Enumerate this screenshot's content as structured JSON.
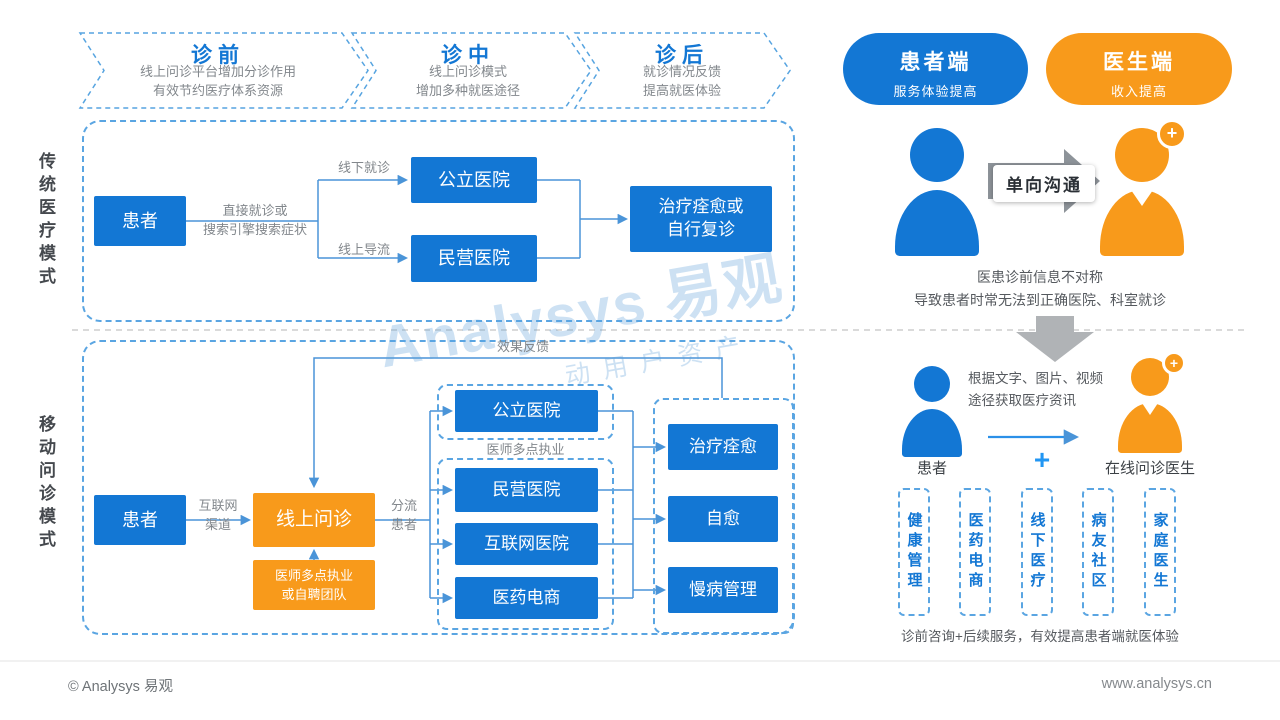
{
  "colors": {
    "blue": "#1377d4",
    "orange": "#f89a1b",
    "dash_blue": "#5aa5e2",
    "line_blue": "#4a94d8",
    "gray": "#8d9399"
  },
  "phases": [
    {
      "title": "诊前",
      "sub": "线上问诊平台增加分诊作用\n有效节约医疗体系资源"
    },
    {
      "title": "诊中",
      "sub": "线上问诊模式\n增加多种就医途径"
    },
    {
      "title": "诊后",
      "sub": "就诊情况反馈\n提高就医体验"
    }
  ],
  "pills": [
    {
      "title": "患者端",
      "sub": "服务体验提高"
    },
    {
      "title": "医生端",
      "sub": "收入提高"
    }
  ],
  "sections": {
    "traditional": {
      "label": "传统医疗模式",
      "patient": "患者",
      "direct_label": "直接就诊或\n搜索引擎搜索症状",
      "offline": "线下就诊",
      "online": "线上导流",
      "public_hospital": "公立医院",
      "private_hospital": "民营医院",
      "outcome": "治疗痊愈或\n自行复诊",
      "comm": {
        "arrow": "单向沟通",
        "caption": "医患诊前信息不对称\n导致患者时常无法到正确医院、科室就诊"
      }
    },
    "mobile": {
      "label": "移动问诊模式",
      "patient": "患者",
      "channel": "互联网\n渠道",
      "online_consult": "线上问诊",
      "team": "医师多点执业\n或自聘团队",
      "feedback": "效果反馈",
      "divert": "分流\n患者",
      "multi_practice": "医师多点执业",
      "hospitals": [
        "公立医院",
        "民营医院",
        "互联网医院",
        "医药电商"
      ],
      "outcomes": [
        "治疗痊愈",
        "自愈",
        "慢病管理"
      ],
      "right": {
        "info": "根据文字、图片、视频\n途径获取医疗资讯",
        "patient_label": "患者",
        "plus": "+",
        "doctor_label": "在线问诊医生",
        "services": [
          "健康管理",
          "医药电商",
          "线下医疗",
          "病友社区",
          "家庭医生"
        ],
        "caption": "诊前咨询+后续服务，有效提高患者端就医体验"
      }
    }
  },
  "watermark": {
    "main": "Analysys 易观",
    "sub": "动用户资产"
  },
  "footer": {
    "left": "© Analysys 易观",
    "right": "www.analysys.cn"
  }
}
